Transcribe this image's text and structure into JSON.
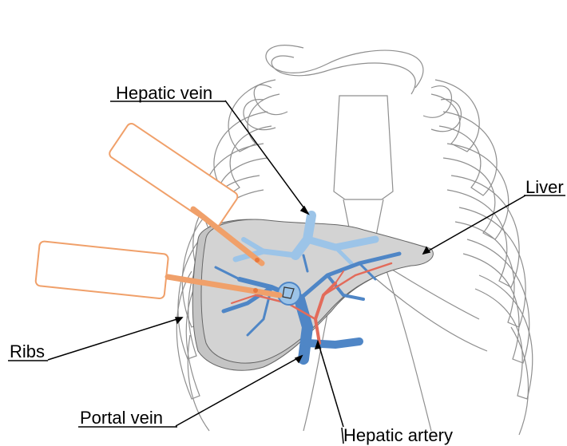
{
  "labels": {
    "hepatic_vein": "Hepatic vein",
    "liver": "Liver",
    "ribs": "Ribs",
    "portal_vein": "Portal vein",
    "hepatic_artery": "Hepatic artery"
  },
  "colors": {
    "liver_fill": "#d3d3d3",
    "portal_vein": "#4f86c6",
    "hepatic_vein": "#9cc4e8",
    "hepatic_artery": "#e36b5a",
    "probe": "#f0a06a",
    "rib_outline": "#8f8f8f"
  }
}
